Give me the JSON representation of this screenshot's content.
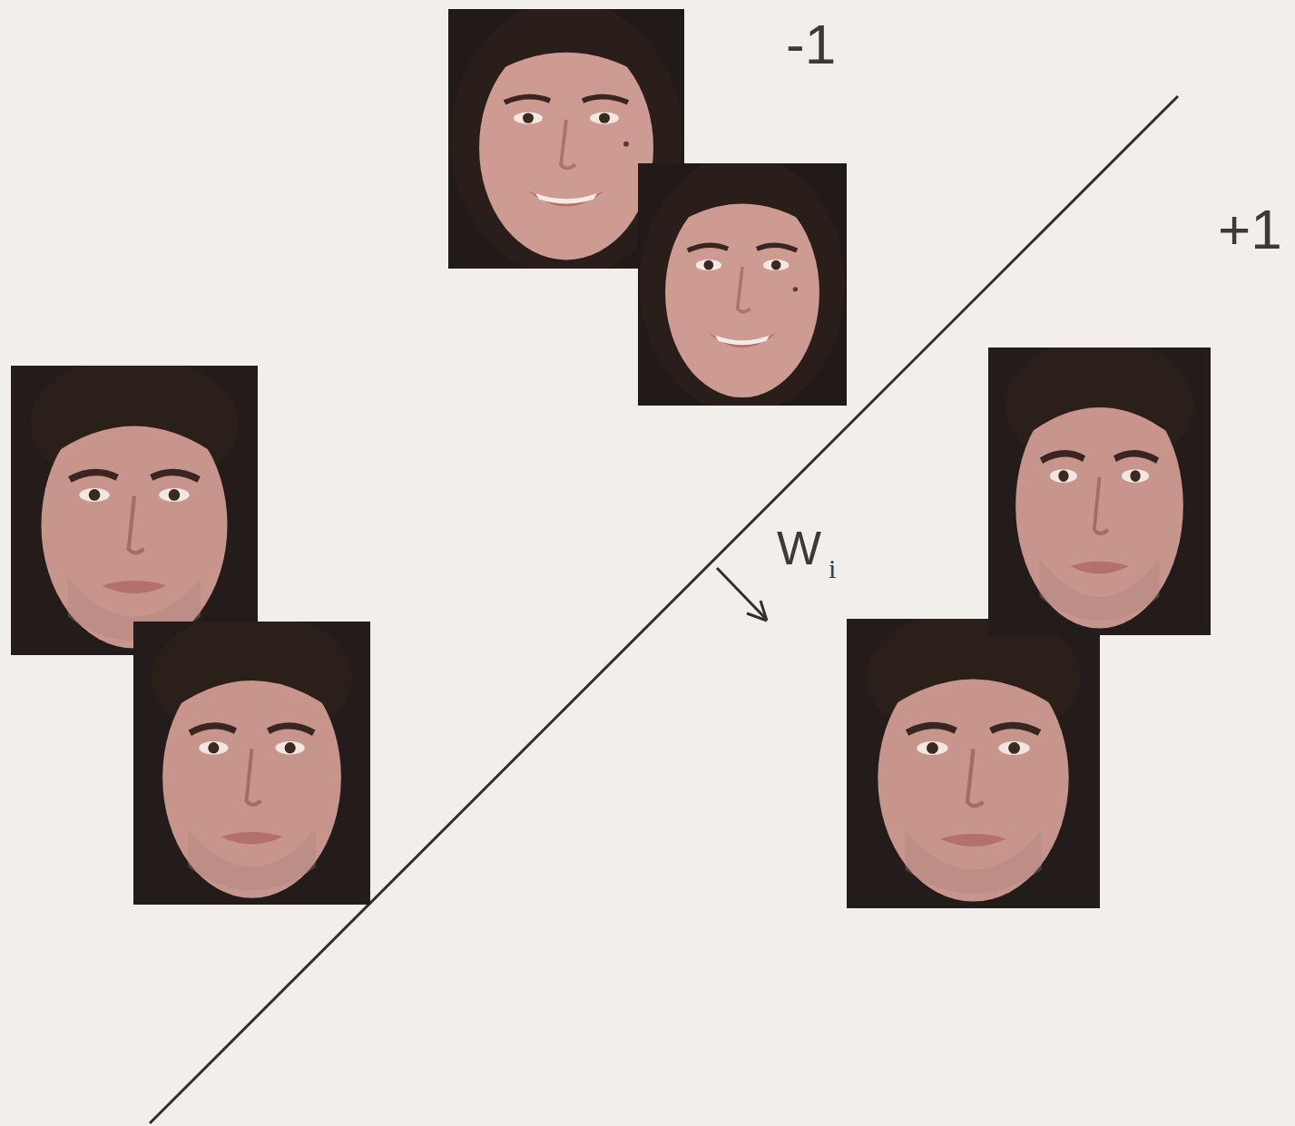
{
  "diagram": {
    "labels": [
      "-1",
      "+1",
      "W",
      "i"
    ]
  }
}
